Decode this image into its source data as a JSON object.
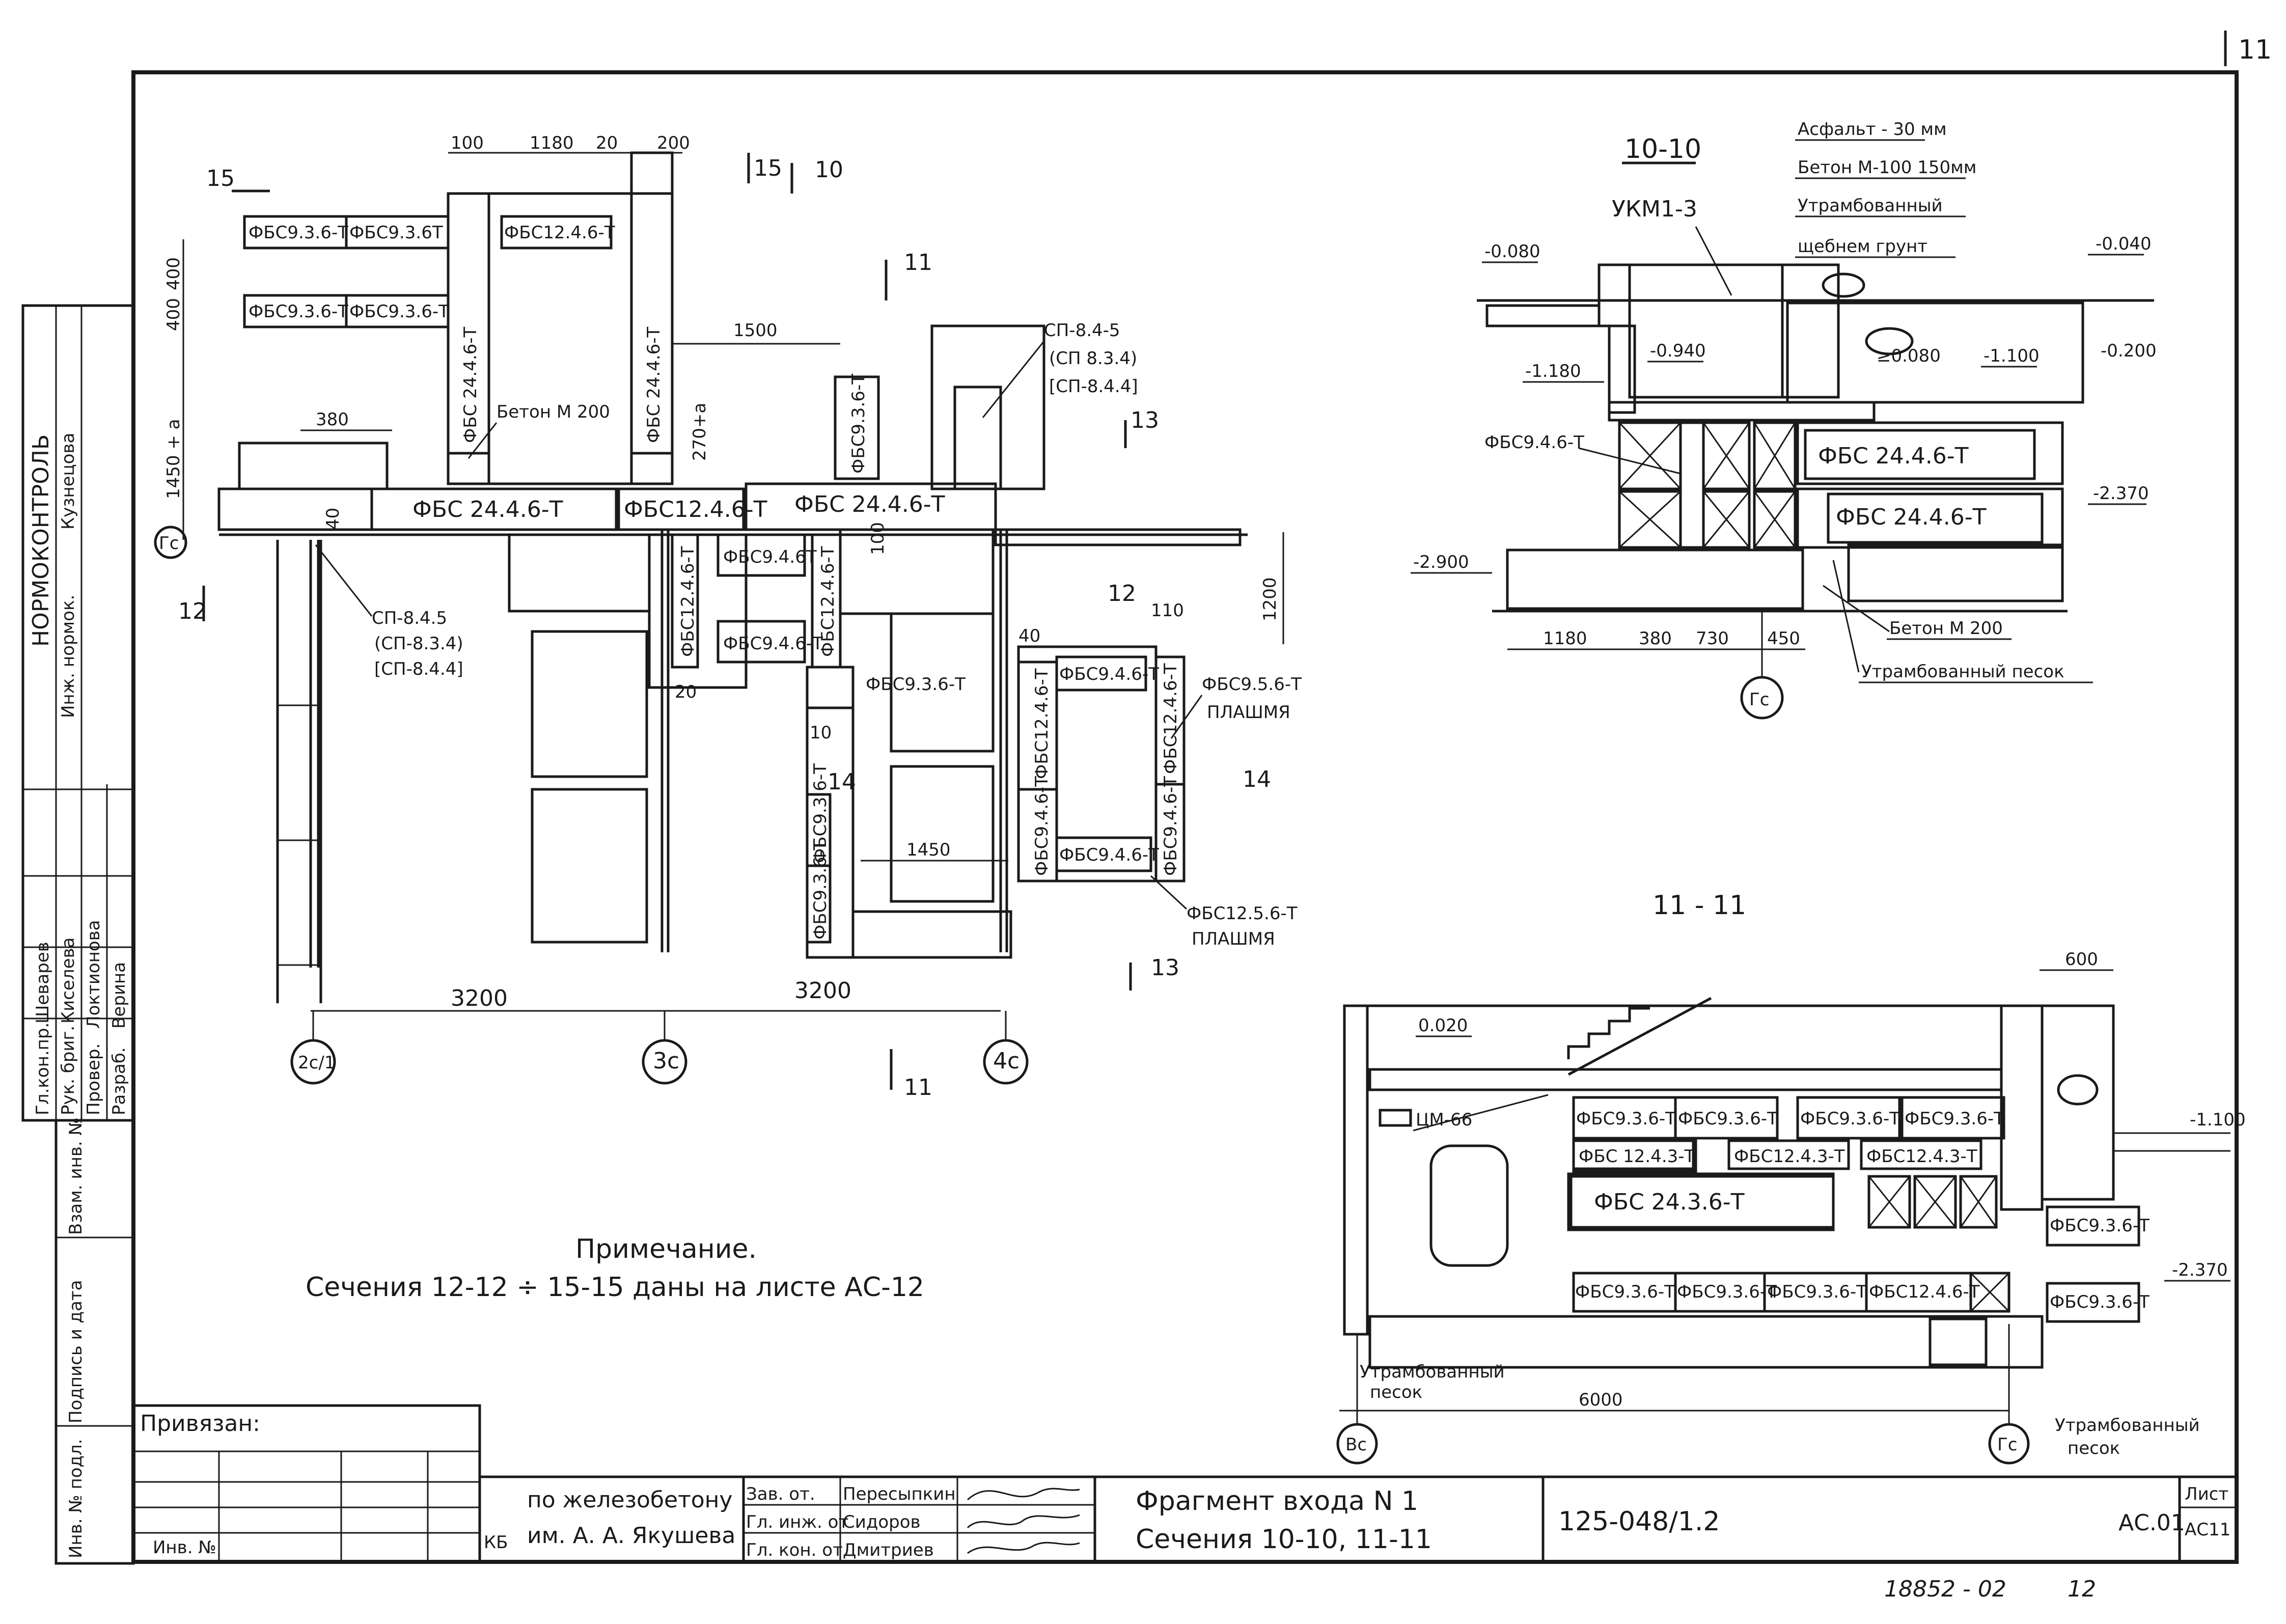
{
  "sheet": {
    "page_number": "11",
    "footer_number": "18852 - 02",
    "footer_copy": "12"
  },
  "plan": {
    "blocks": [
      {
        "key": "b1",
        "label": "ФБС9.3.6-Т"
      },
      {
        "key": "b2",
        "label": "ФБС9.3.6Т"
      },
      {
        "key": "b3",
        "label": "ФБС12.4.6-Т"
      },
      {
        "key": "b4",
        "label": "ФБС9.3.6-Т"
      },
      {
        "key": "b5",
        "label": "ФБС9.3.6-Т"
      },
      {
        "key": "b6",
        "label": "ФБС 24.4.6-Т"
      },
      {
        "key": "b7",
        "label": "ФБС 24.4.6-Т"
      },
      {
        "key": "b8",
        "label": "ФБС 24.4.6-Т"
      },
      {
        "key": "b9",
        "label": "ФБС12.4.6-Т"
      },
      {
        "key": "b10",
        "label": "ФБС 24.4.6-Т"
      },
      {
        "key": "b11",
        "label": "ФБС9.3.6-Т"
      },
      {
        "key": "b12",
        "label": "ФБС12.4.6-Т"
      },
      {
        "key": "b13",
        "label": "ФБС9.4.6Т"
      },
      {
        "key": "b14",
        "label": "ФБС12.4.6-Т"
      },
      {
        "key": "b15",
        "label": "ФБС9.4.6-Т"
      },
      {
        "key": "b16",
        "label": "ФБС9.3.6-Т"
      },
      {
        "key": "b17",
        "label": "ФБС9.3.6-Т"
      },
      {
        "key": "b18",
        "label": "ФБС9.3.6-Т"
      },
      {
        "key": "b19",
        "label": "ФБС9.4.6-Т"
      },
      {
        "key": "b20",
        "label": "ФБС12.4.6-Т"
      },
      {
        "key": "b21",
        "label": "ФБС9.4.6-Т"
      },
      {
        "key": "b22",
        "label": "ФБС9.4.6-Т"
      },
      {
        "key": "b23",
        "label": "ФБС12.4.6-Т"
      },
      {
        "key": "b24",
        "label": "ФБС9.4.6-Т"
      }
    ],
    "labels": {
      "beton": "Бетон М 200",
      "sp1": "СП-8.4-5",
      "sp1b": "(СП 8.3.4)",
      "sp1c": "[СП-8.4.4]",
      "sp2": "СП-8.4.5",
      "sp2b": "(СП-8.3.4)",
      "sp2c": "[СП-8.4.4]",
      "fbs956": "ФБС9.5.6-Т",
      "plashmya1": "ПЛАШМЯ",
      "fbs1256": "ФБС12.5.6-Т",
      "plashmya2": "ПЛАШМЯ"
    },
    "dims": {
      "d100": "100",
      "d1180": "1180",
      "d20a": "20",
      "d200": "200",
      "d400a": "400",
      "d400b": "400",
      "d1450a": "1450 + а",
      "d380": "380",
      "d40a": "40",
      "d1500": "1500",
      "d270a": "270+а",
      "d100b": "100",
      "d1200": "1200",
      "d20b": "20",
      "d10a": "10",
      "d40b": "40",
      "d110": "110",
      "d1450b": "1450",
      "d3200a": "3200",
      "d3200b": "3200"
    },
    "marks": {
      "m15a": "15",
      "m15b": "15",
      "m10": "10",
      "m11a": "11",
      "m11b": "11",
      "m13a": "13",
      "m13b": "13",
      "m12a": "12",
      "m12b": "12",
      "m14a": "14",
      "m14b": "14"
    },
    "axes": {
      "gc": "Гс",
      "a2c": "2с/1",
      "a3c": "3с",
      "a4c": "4с"
    }
  },
  "section1010": {
    "title": "10-10",
    "layers": [
      "Асфальт - 30 мм",
      "Бетон М-100 150мм",
      "Утрамбованный",
      "щебнем грунт"
    ],
    "ukm": "УКМ1-3",
    "levels": {
      "l1": "-0.080",
      "l2": "-0.040",
      "l3": "-0.200",
      "l4": "-1.180",
      "l5": "-0.940",
      "l6": "≥0.080",
      "l7": "-1.100",
      "l8": "-2.370",
      "l9": "-2.900"
    },
    "blocks": {
      "fbs946": "ФБС9.4.6-Т",
      "fbs2446a": "ФБС 24.4.6-Т",
      "fbs2446b": "ФБС 24.4.6-Т"
    },
    "dims": {
      "d1180": "1180",
      "d380": "380",
      "d730": "730",
      "d450": "450"
    },
    "beton": "Бетон М 200",
    "sand": "Утрамбованный песок",
    "axis": "Гс"
  },
  "section1111": {
    "title": "11 - 11",
    "dim600": "600",
    "lvl1": "0.020",
    "lvl2": "-1.100",
    "lvl3": "-2.370",
    "cm": "ЦМ-66",
    "row1": [
      "ФБС9.3.6-Т",
      "ФБС9.3.6-Т",
      "ФБС9.3.6-Т",
      "ФБС9.3.6-Т"
    ],
    "row2": [
      "ФБС 12.4.3-Т",
      "ФБС12.4.3-Т",
      "ФБС12.4.3-Т"
    ],
    "big": "ФБС 24.3.6-Т",
    "right1": "ФБС9.3.6-Т",
    "right2": "ФБС9.3.6-Т",
    "row4": [
      "ФБС9.3.6-Т",
      "ФБС9.3.6-Т",
      "ФБС9.3.6-Т",
      "ФБС12.4.6-Т"
    ],
    "sand1": "Утрамбованный",
    "sand1b": "песок",
    "sand2": "Утрамбованный",
    "sand2b": "песок",
    "dim6000": "6000",
    "axisB": "Вс",
    "axisG": "Гс"
  },
  "note": {
    "title": "Примечание.",
    "text": "Сечения 12-12 ÷ 15-15 даны на листе АС-12"
  },
  "side_stamp": {
    "top": "НОРМОКОНТРОЛЬ",
    "r1": "Инж. нормок.",
    "r1n": "Кузнецова",
    "r2a": "Гл.кон.пр.",
    "r2b": "Шеварев",
    "r3a": "Рук. бриг.",
    "r3b": "Киселева",
    "r4a": "Провер.",
    "r4b": "Локтионова",
    "r5a": "Разраб.",
    "r5b": "Верина",
    "c1": "Взам. инв. №",
    "c2": "Подпись и дата",
    "c3": "Инв. № подл."
  },
  "title_block": {
    "privyazan": "Привязан:",
    "inv": "Инв. №",
    "org_logo": "КБ",
    "org1": "по железобетону",
    "org2": "им. А. А. Якушева",
    "roles": [
      "Зав. от.",
      "Гл. инж. от",
      "Гл. кон. от"
    ],
    "names": [
      "Пересыпкин",
      "Сидоров",
      "Дмитриев"
    ],
    "title1": "Фрагмент входа N 1",
    "title2": "Сечения 10-10, 11-11",
    "code": "125-048/1.2",
    "sheet_code": "АС.01",
    "list_label": "Лист",
    "list_value": "АС11"
  }
}
